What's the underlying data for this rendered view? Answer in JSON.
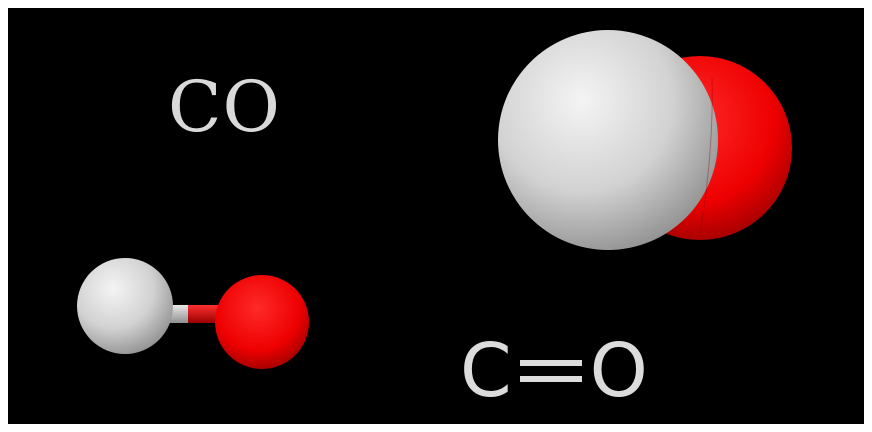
{
  "labels": {
    "molecular_formula": "CO",
    "structural_left_atom": "C",
    "structural_right_atom": "O"
  },
  "colors": {
    "background": "#000000",
    "carbon": "#d9d9d9",
    "oxygen": "#ff0000",
    "text": "#d9d9d9"
  },
  "models": {
    "space_filling": "carbon-monoxide-space-filling-model",
    "ball_and_stick": "carbon-monoxide-ball-and-stick-model"
  }
}
